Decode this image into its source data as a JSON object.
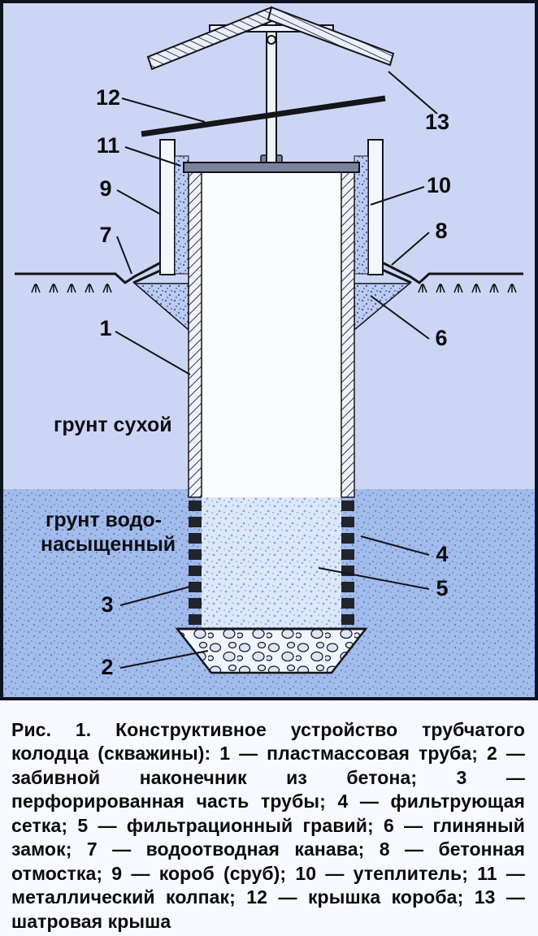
{
  "figure": {
    "caption": "Рис. 1. Конструктивное устройство трубчатого колодца (скважины): 1 — пластмассовая труба; 2 — забивной наконечник из бетона; 3 — перфорированная часть трубы; 4 — фильтрующая сетка; 5 — фильтрационный гравий; 6 — глиняный замок; 7 — водоотводная канава; 8 — бетонная отмостка; 9 — короб (сруб); 10 — утеплитель; 11 — металлический колпак; 12 — крышка короба; 13 — шатровая крыша"
  },
  "diagram": {
    "soil": {
      "dry": "грунт сухой",
      "saturated1": "грунт водо-",
      "saturated2": "насыщенный"
    },
    "callouts": {
      "c1": "1",
      "c2": "2",
      "c3": "3",
      "c4": "4",
      "c5": "5",
      "c6": "6",
      "c7": "7",
      "c8": "8",
      "c9": "9",
      "c10": "10",
      "c11": "11",
      "c12": "12",
      "c13": "13"
    },
    "parts": {
      "1": "пластмассовая труба",
      "2": "забивной наконечник из бетона",
      "3": "перфорированная часть трубы",
      "4": "фильтрующая сетка",
      "5": "фильтрационный гравий",
      "6": "глиняный замок",
      "7": "водоотводная канава",
      "8": "бетонная отмостка",
      "9": "короб (сруб)",
      "10": "утеплитель",
      "11": "металлический колпак",
      "12": "крышка короба",
      "13": "шатровая крыша"
    },
    "colors": {
      "background": "#ccd6f4",
      "water_band": "#a2bceb",
      "line": "#14141a",
      "frame": "#0d1120"
    }
  }
}
